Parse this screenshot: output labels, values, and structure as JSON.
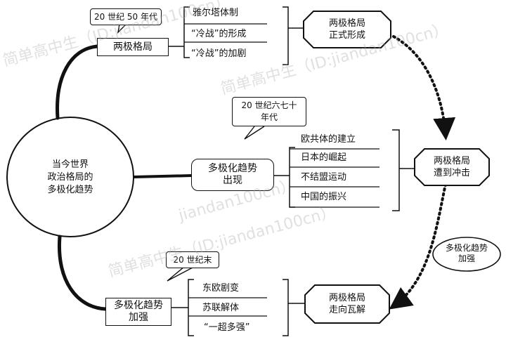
{
  "center": {
    "lines": [
      "当今世界",
      "政治格局的",
      "多极化趋势"
    ]
  },
  "branch1": {
    "label": "两极格局",
    "period": "20 世纪 50 年代",
    "leaves": [
      "雅尔塔体制",
      "“冷战”的形成",
      "“冷战”的加剧"
    ],
    "result": [
      "两极格局",
      "正式形成"
    ]
  },
  "branch2": {
    "label": [
      "多极化趋势",
      "出现"
    ],
    "period": [
      "20 世纪六七十",
      "年代"
    ],
    "leaves": [
      "欧共体的建立",
      "日本的崛起",
      "不结盟运动",
      "中国的振兴"
    ],
    "result": [
      "两极格局",
      "遭到冲击"
    ]
  },
  "branch3": {
    "label": [
      "多极化趋势",
      "加强"
    ],
    "period": "20 世纪末",
    "leaves": [
      "东欧剧变",
      "苏联解体",
      "“一超多强”"
    ],
    "result": [
      "两极格局",
      "走向瓦解"
    ]
  },
  "side_note": [
    "多极化趋势",
    "加强"
  ],
  "watermarks": [
    "简单高中生（ID:jiandan100cn）",
    "简单高中生（ID:jiandan100cn）",
    "jiandan100cn）",
    "简单高中生（ID:jiandan100cn）"
  ]
}
